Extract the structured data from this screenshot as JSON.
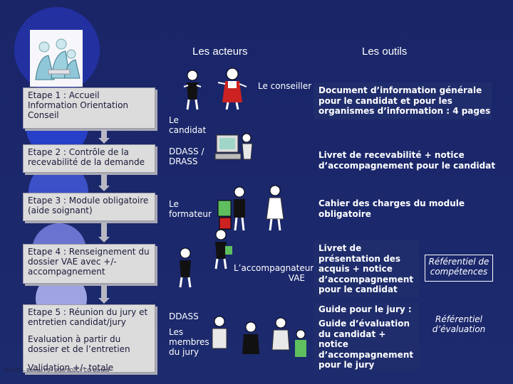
{
  "headings": {
    "actors": "Les acteurs",
    "tools": "Les outils"
  },
  "steps": [
    {
      "title": "Etape 1",
      "rest": " : Accueil Information Orientation Conseil"
    },
    {
      "title": "Etape 2",
      "rest": " : Contrôle de la recevabilité de la demande"
    },
    {
      "title": "Etape 3",
      "rest": " : Module obligatoire (aide soignant)"
    },
    {
      "title": "Etape 4",
      "rest": " : Renseignement du dossier VAE avec +/- accompagnement"
    },
    {
      "title": "Etape 5",
      "rest": " : Réunion du jury et entretien candidat/jury",
      "line2": "Evaluation à partir du dossier et de l’entretien",
      "line3": "Validation +/- totale"
    }
  ],
  "actors": {
    "conseiller": "Le conseiller",
    "candidat": "Le candidat",
    "ddass_drass": "DDASS / DRASS",
    "formateur": "Le formateur",
    "accompagnateur": "L’accompagnateur VAE",
    "ddass": "DDASS",
    "jury": "Les membres du jury"
  },
  "tools": {
    "doc_info": "Document d’information générale pour le candidat et pour les organismes d’information : 4 pages",
    "recevabilite": "Livret de recevabilité + notice d’accompagnement pour le candidat",
    "cahier": "Cahier des charges du module obligatoire",
    "livret_acquis": "Livret de présentation des acquis + notice d’accompagnement pour le candidat",
    "guide_jury_title": "Guide pour le jury :",
    "guide_eval": "Guide d’évaluation du candidat + notice d’accompagnement pour le jury"
  },
  "references": {
    "competences": "Référentiel de compétences",
    "evaluation": "Référentiel d’évaluation"
  },
  "footer": "©DHOS – Bureau P2 / DGS SD2C / CG Conseil",
  "colors": {
    "background": "#1a2568",
    "step_box": "#dcdcdc",
    "tool_panel": "#1f2d6c"
  }
}
